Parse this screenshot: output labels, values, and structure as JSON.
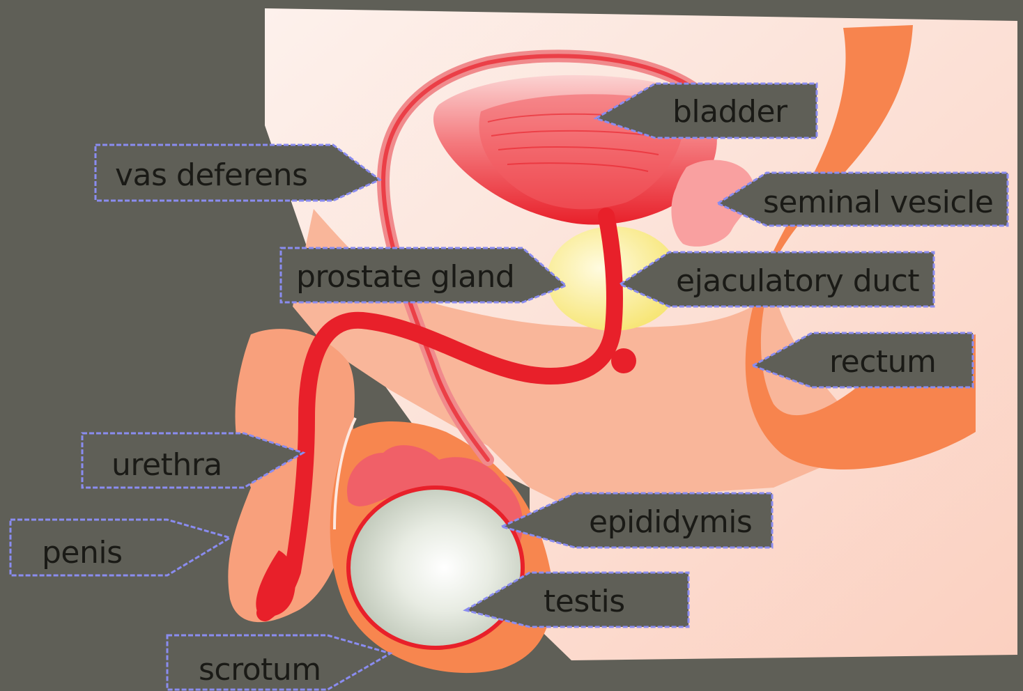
{
  "labels": {
    "bladder": "bladder",
    "vas_deferens": "vas deferens",
    "seminal_vesicle": "seminal vesicle",
    "prostate_gland": "prostate gland",
    "ejaculatory_duct": "ejaculatory duct",
    "rectum": "rectum",
    "urethra": "urethra",
    "epididymis": "epididymis",
    "penis": "penis",
    "testis": "testis",
    "scrotum": "scrotum"
  },
  "colors": {
    "background": "#5f5f57",
    "body_skin": "#f9a580",
    "body_light": "#fde8e0",
    "organ_red": "#e8202a",
    "organ_pink": "#f47a7e",
    "prostate_yellow": "#f8ec8a",
    "testis_gray": "#dfe4d9",
    "rectum_orange": "#f7844e",
    "callout_border": "#8a8cf0",
    "label_text": "#1a1a16"
  }
}
